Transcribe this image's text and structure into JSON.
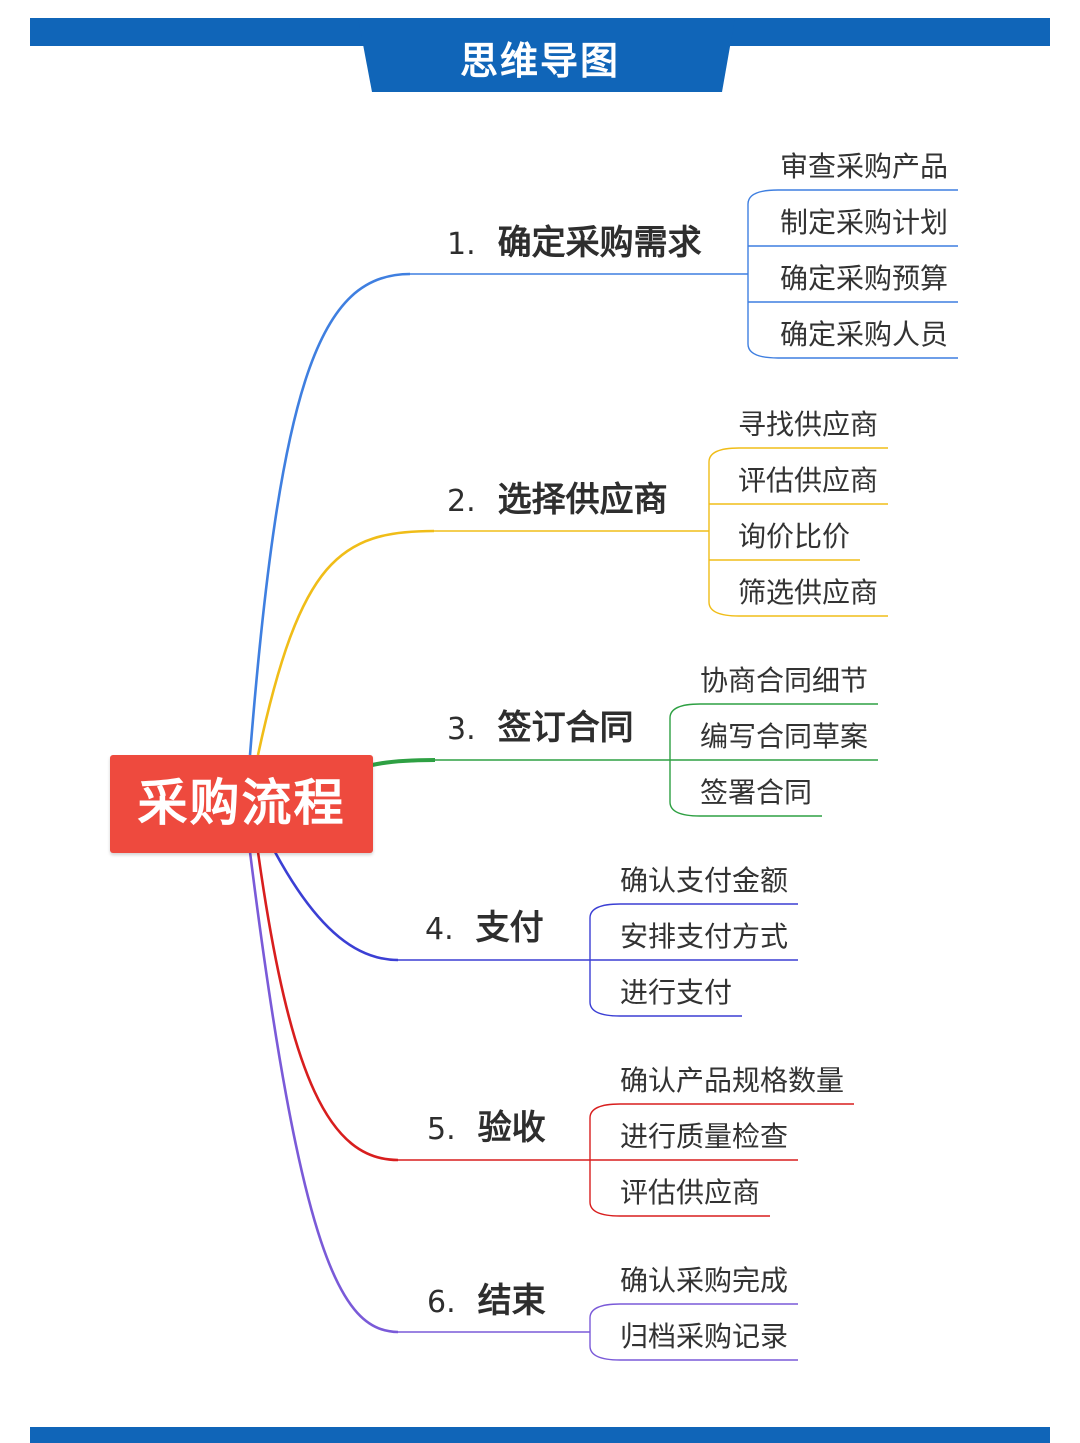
{
  "header": {
    "title": "思维导图"
  },
  "root": {
    "label": "采购流程"
  },
  "colors": {
    "header_bar": "#1065b8",
    "root_fill": "#ee4a3e",
    "branch_1": "#3f7fe0",
    "branch_2": "#f0bd18",
    "branch_3": "#2ea043",
    "branch_4": "#3b3fd4",
    "branch_5": "#d81e1e",
    "branch_6": "#7a5ad8"
  },
  "branches": [
    {
      "number": "1.",
      "label": "确定采购需求",
      "color_key": "branch_1",
      "children": [
        "审查采购产品",
        "制定采购计划",
        "确定采购预算",
        "确定采购人员"
      ]
    },
    {
      "number": "2.",
      "label": "选择供应商",
      "color_key": "branch_2",
      "children": [
        "寻找供应商",
        "评估供应商",
        "询价比价",
        "筛选供应商"
      ]
    },
    {
      "number": "3.",
      "label": "签订合同",
      "color_key": "branch_3",
      "children": [
        "协商合同细节",
        "编写合同草案",
        "签署合同"
      ]
    },
    {
      "number": "4.",
      "label": "支付",
      "color_key": "branch_4",
      "children": [
        "确认支付金额",
        "安排支付方式",
        "进行支付"
      ]
    },
    {
      "number": "5.",
      "label": "验收",
      "color_key": "branch_5",
      "children": [
        "确认产品规格数量",
        "进行质量检查",
        "评估供应商"
      ]
    },
    {
      "number": "6.",
      "label": "结束",
      "color_key": "branch_6",
      "children": [
        "确认采购完成",
        "归档采购记录"
      ]
    }
  ]
}
